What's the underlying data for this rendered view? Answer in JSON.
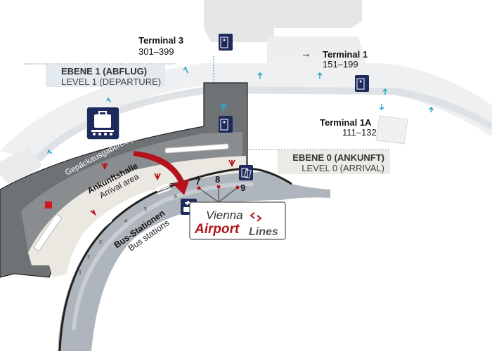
{
  "terminals": {
    "t3": {
      "name": "Terminal 3",
      "gates": "301–399"
    },
    "t1": {
      "arrow": "→",
      "name": "Terminal 1",
      "gates": "151–199"
    },
    "t1a": {
      "name": "Terminal 1A",
      "gates": "111–132"
    }
  },
  "levels": {
    "departure": {
      "de": "EBENE 1 (ABFLUG)",
      "en": "LEVEL 1 (DEPARTURE)"
    },
    "arrival": {
      "de": "EBENE 0 (ANKUNFT)",
      "en": "LEVEL 0 (ARRIVAL)"
    }
  },
  "areas": {
    "baggage": {
      "label": "Gepäckausgabe/Baggage claim area"
    },
    "arrival_hall": {
      "de": "Ankunftshalle",
      "en": "Arrival area"
    },
    "bus_stations": {
      "de": "Bus-Stationen",
      "en": "Bus stations"
    }
  },
  "bus_stops": {
    "small": [
      "1",
      "2",
      "3",
      "4",
      "5",
      "6"
    ],
    "main": [
      "7",
      "8",
      "9"
    ]
  },
  "logo": {
    "line1": "Vienna",
    "line2": "Airport",
    "line3": "Lines"
  },
  "colors": {
    "navy": "#1f2a5c",
    "red": "#b5121b",
    "cyan": "#2aa6c9",
    "road": "#a9b0b8",
    "hall": "#ebe8e1"
  }
}
